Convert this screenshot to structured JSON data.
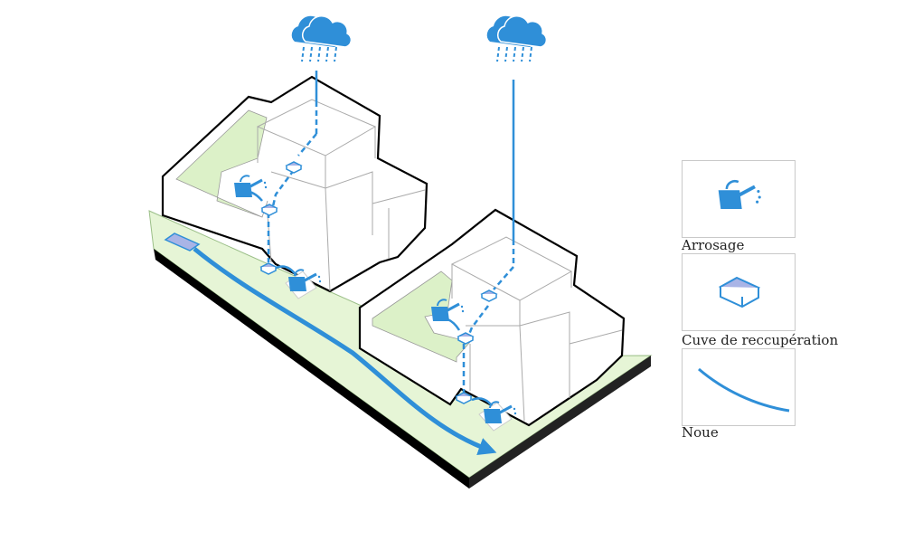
{
  "colors": {
    "water": "#2f8fd8",
    "water_dark": "#1e6fb8",
    "ground": "#e6f5d6",
    "green_roof": "#dcf1c8",
    "tank_fill": "#a9b4e6",
    "outline": "#000000"
  },
  "icons": [
    "rain-cloud-icon",
    "watering-can-icon",
    "tank-icon",
    "swale-line-icon"
  ],
  "legend": [
    {
      "label": "Arrosage",
      "icon": "watering-can-icon"
    },
    {
      "label": "Cuve de reccupération",
      "icon": "tank-icon"
    },
    {
      "label": "Noue",
      "icon": "swale-line-icon"
    }
  ]
}
